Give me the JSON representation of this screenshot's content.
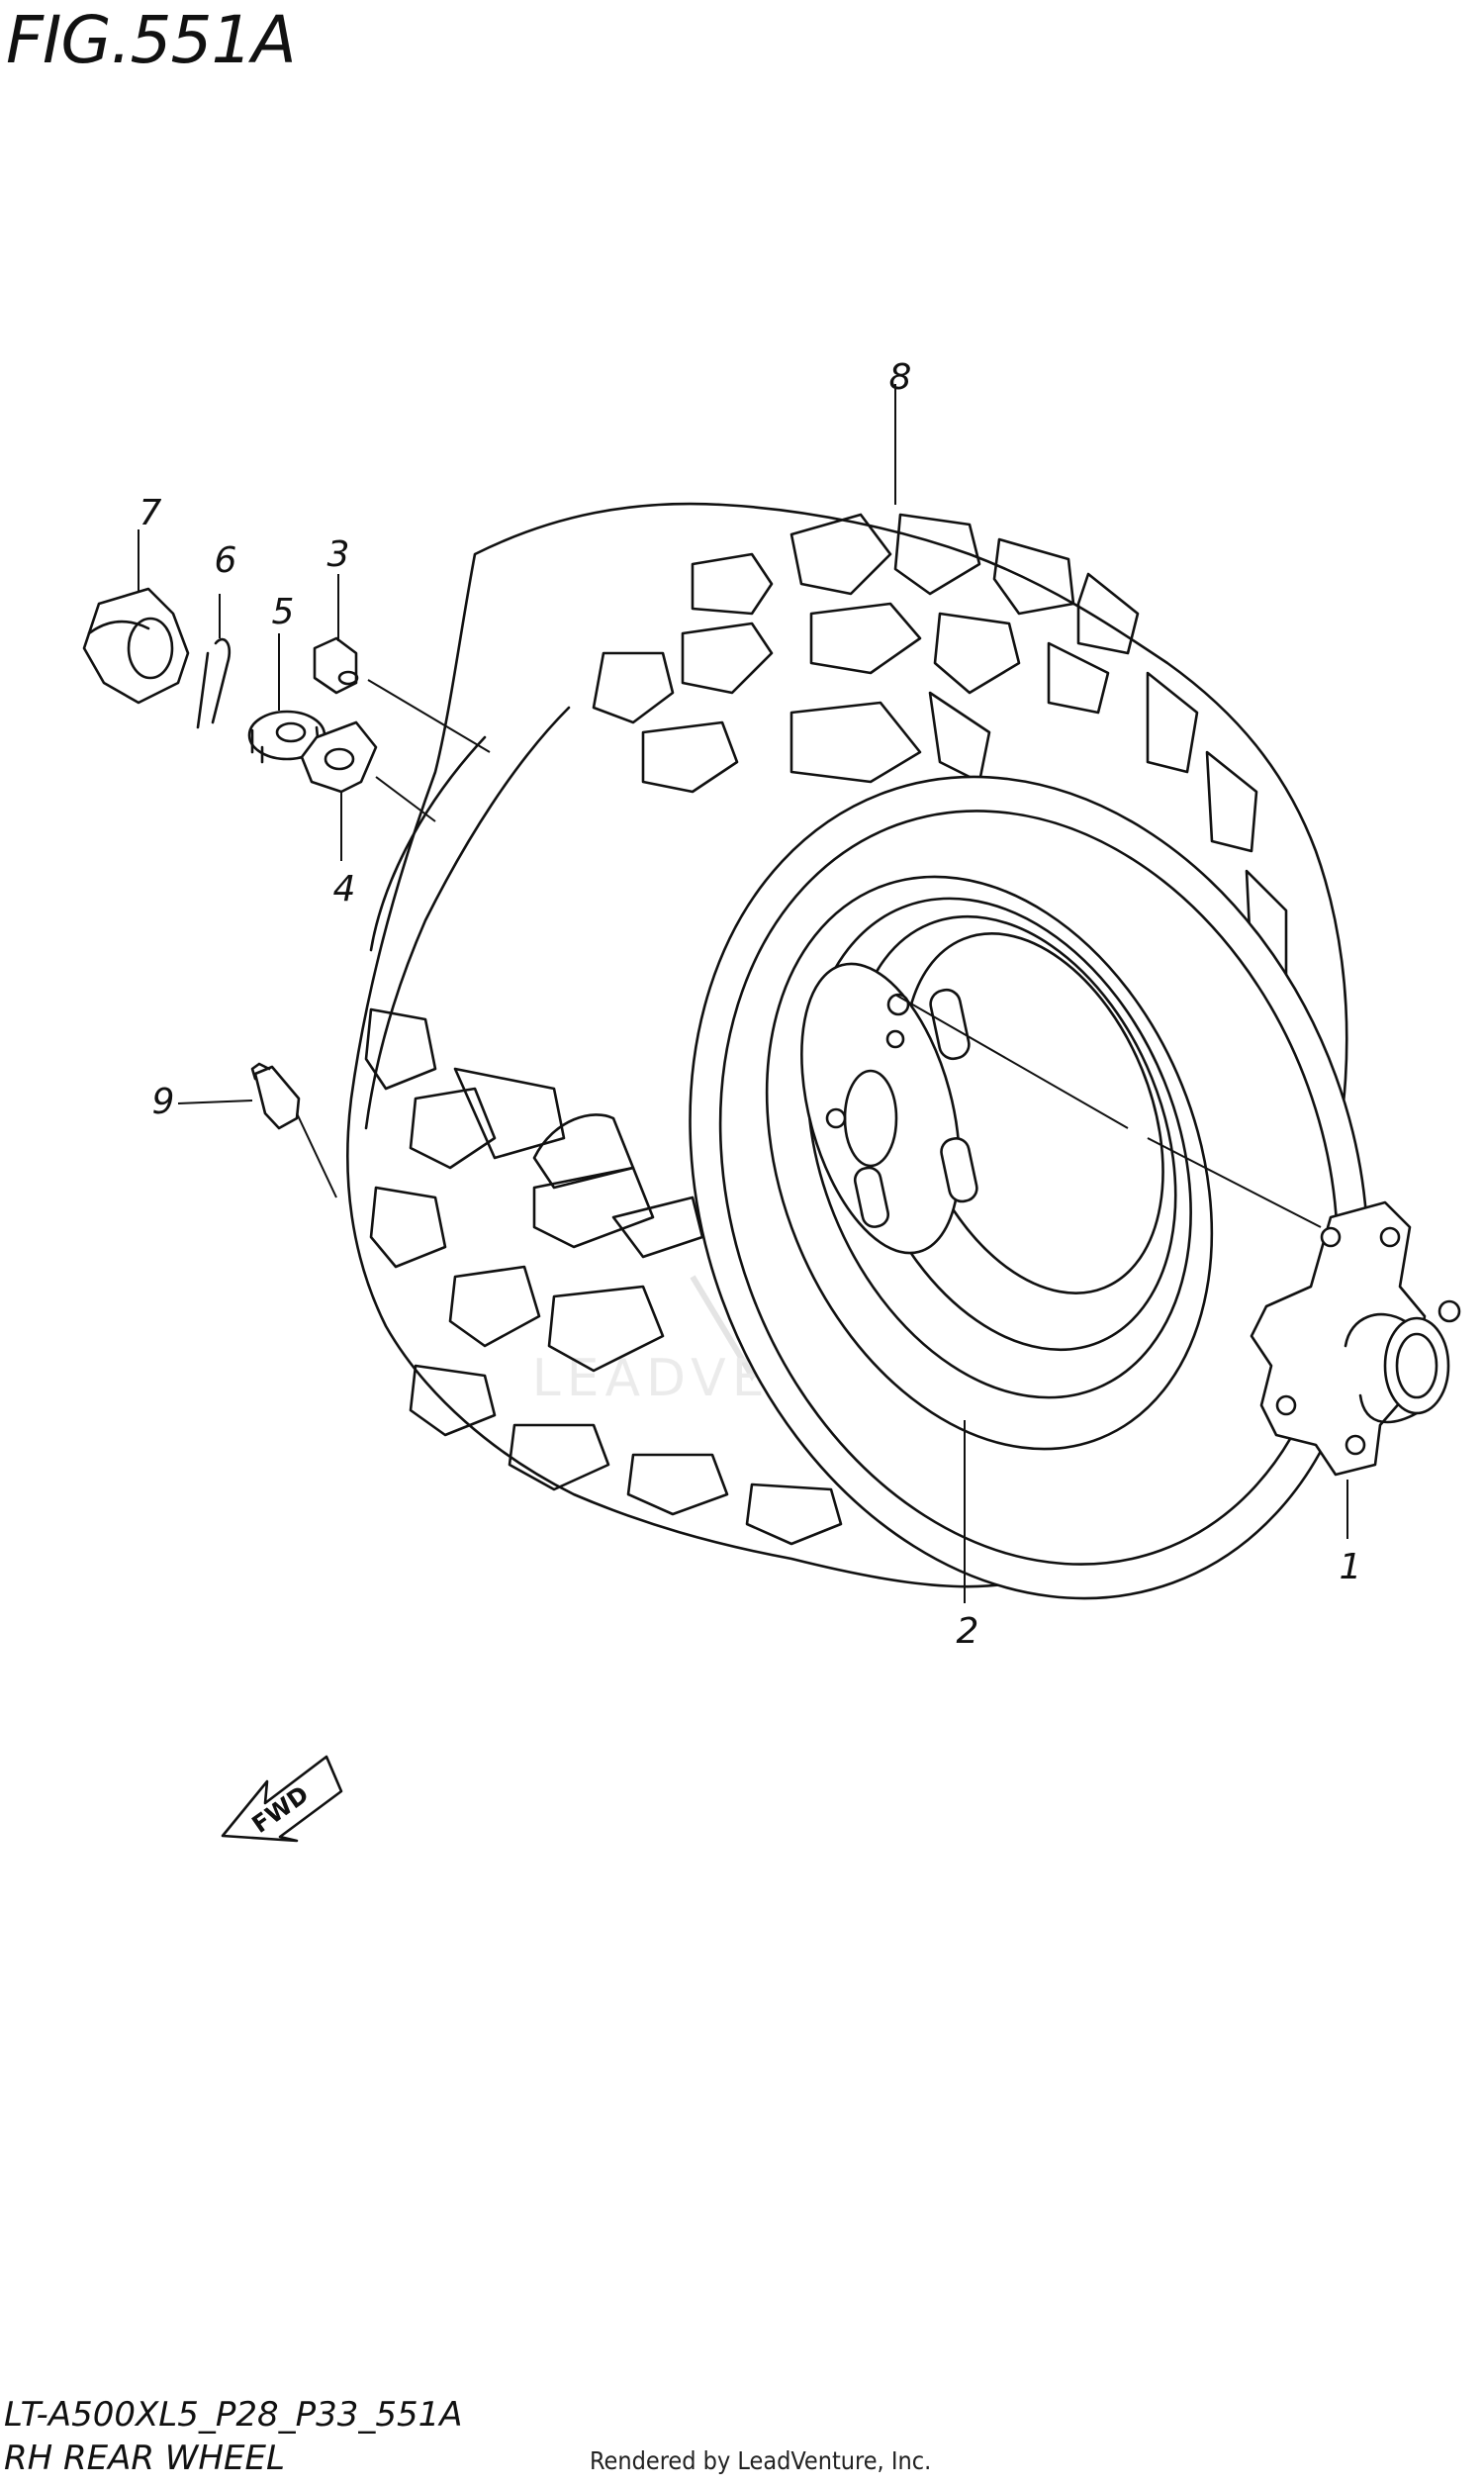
{
  "figure": {
    "title": "FIG.551A"
  },
  "callouts": {
    "c1": "1",
    "c2": "2",
    "c3": "3",
    "c4": "4",
    "c5": "5",
    "c6": "6",
    "c7": "7",
    "c8": "8",
    "c9": "9"
  },
  "direction_arrow": {
    "label": "FWD"
  },
  "footer": {
    "model_code": "LT-A500XL5_P28_P33_551A",
    "caption": "RH REAR WHEEL",
    "render_note": "Rendered by LeadVenture, Inc."
  },
  "watermark": {
    "text": "LEADVENTURE"
  },
  "colors": {
    "ink": "#111111",
    "watermark": "#dcdcdc",
    "background": "#ffffff"
  }
}
